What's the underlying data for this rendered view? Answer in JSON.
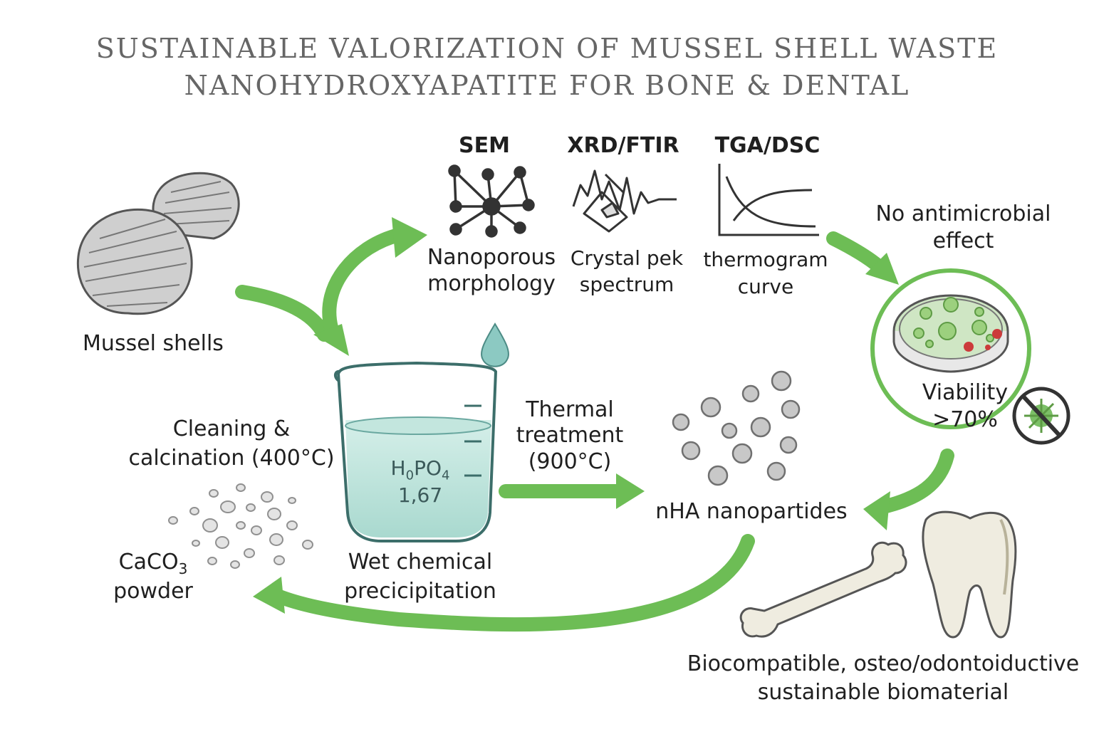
{
  "title": {
    "line1": "SUSTAINABLE VALORIZATION OF MUSSEL SHELL WASTE",
    "line2": "NANOHYDROXYAPATITE FOR BONE & DENTAL"
  },
  "shells": {
    "label": "Mussel shells"
  },
  "cleaning": {
    "line1": "Cleaning &",
    "line2": "calcination (400°C)"
  },
  "powder": {
    "formula_main": "CaCO",
    "formula_sub": "3",
    "line2": "powder"
  },
  "beaker": {
    "formula_h": "H",
    "formula_h_sub": "0",
    "formula_po": "PO",
    "formula_po_sub": "4",
    "ratio": "1,67",
    "label_line1": "Wet chemical",
    "label_line2": "precicipitation"
  },
  "thermal": {
    "line1": "Thermal",
    "line2": "treatment",
    "line3": "(900°C)"
  },
  "nanoparticles": {
    "label": "nHA nanopartides"
  },
  "characterization": {
    "sem": {
      "heading": "SEM",
      "line1": "Nanoporous",
      "line2": "morphology"
    },
    "xrd": {
      "heading": "XRD/FTIR",
      "line1": "Crystal pek",
      "line2": "spectrum"
    },
    "tga": {
      "heading": "TGA/DSC",
      "line1": "thermogram",
      "line2": "curve"
    }
  },
  "antimicrobial": {
    "line1": "No antimicrobial",
    "line2": "effect"
  },
  "viability": {
    "line1": "Viability",
    "line2": ">70%"
  },
  "outcome": {
    "line1": "Biocompatible, osteo/odontoiductive",
    "line2": "sustainable biomaterial"
  },
  "colors": {
    "arrow": "#6dbd55",
    "title": "#666666",
    "beaker_liquid": "#bfe3dc",
    "petri": "#cfe6c4"
  },
  "icons": [
    "shell-icon",
    "beaker-icon",
    "drop-icon",
    "molecule-icon",
    "spectrum-icon",
    "thermogram-icon",
    "petri-dish-icon",
    "no-bacteria-icon",
    "bone-icon",
    "tooth-icon"
  ]
}
